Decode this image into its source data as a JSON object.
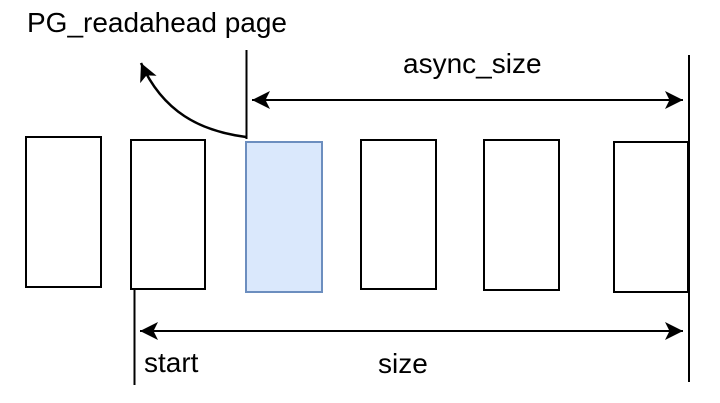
{
  "labels": {
    "pg_readahead": "PG_readahead page",
    "async_size": "async_size",
    "start": "start",
    "size": "size"
  },
  "colors": {
    "line": "#000000",
    "text": "#000000",
    "background": "#ffffff",
    "highlight_fill": "#dae8fc",
    "highlight_stroke": "#6c8ebf"
  },
  "diagram": {
    "box_count": 6,
    "boxes": [
      {
        "id": "page-1",
        "highlighted": false
      },
      {
        "id": "page-2",
        "highlighted": false
      },
      {
        "id": "page-3",
        "highlighted": true
      },
      {
        "id": "page-4",
        "highlighted": false
      },
      {
        "id": "page-5",
        "highlighted": false
      },
      {
        "id": "page-6",
        "highlighted": false
      }
    ]
  }
}
